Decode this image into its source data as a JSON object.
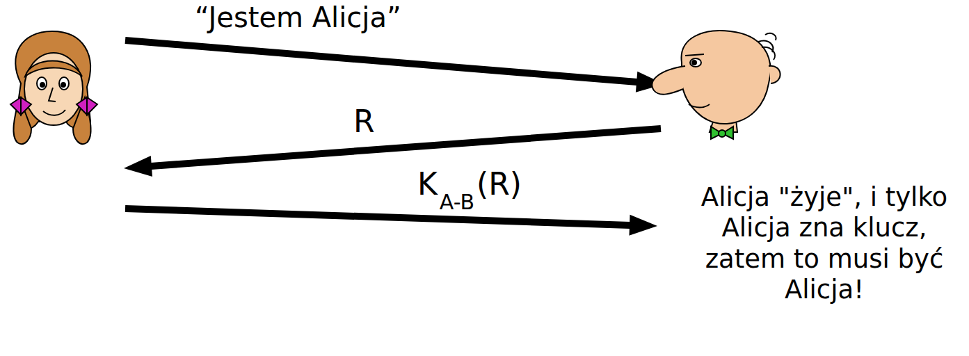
{
  "diagram": {
    "labels": [
      "“Jestem Alicja”",
      "R",
      "K",
      "A-B",
      "(R)",
      "Alicja \"żyje\", i tylko Alicja zna klucz, zatem to musi być Alicja!"
    ]
  }
}
